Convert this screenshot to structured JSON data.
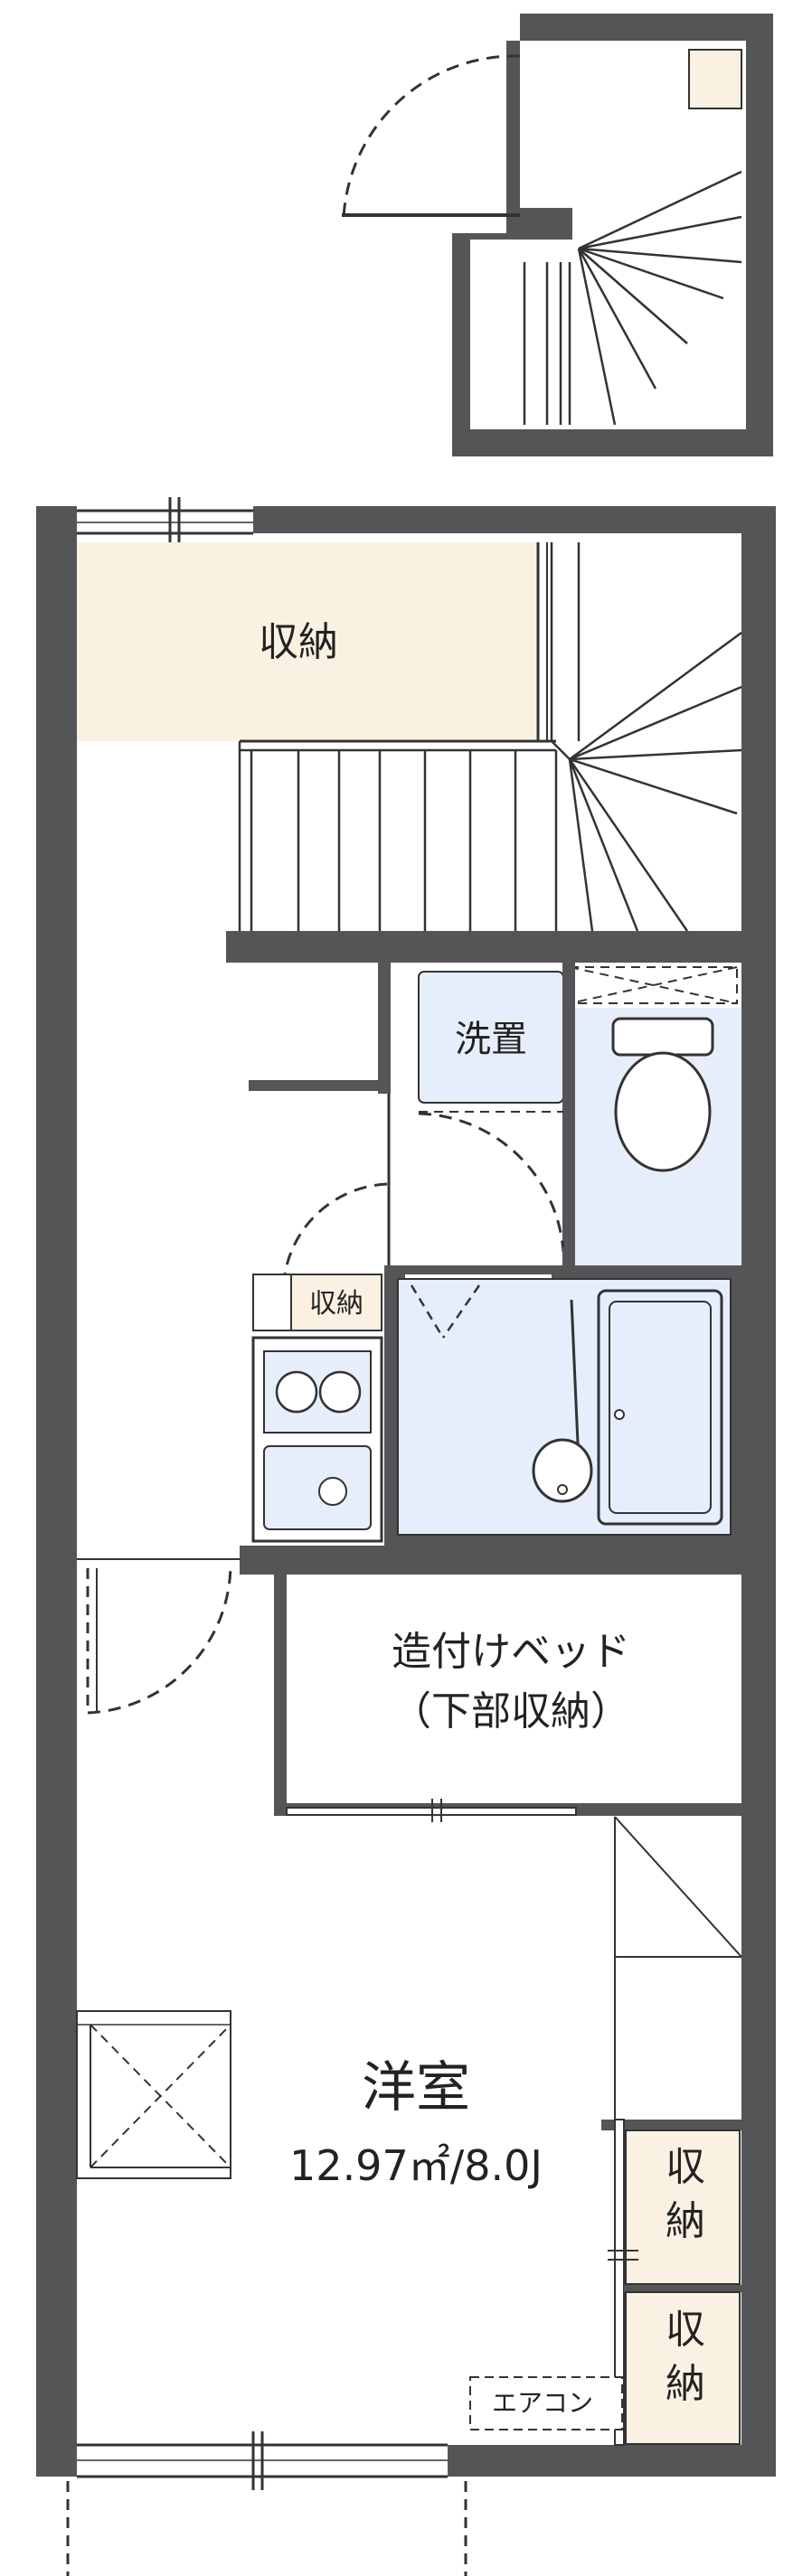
{
  "labels": {
    "storage_top": "収納",
    "washer_space": "洗置",
    "storage_kitchen": "収納",
    "builtin_bed_line1": "造付けベッド",
    "builtin_bed_line2": "（下部収納）",
    "western_room": "洋室",
    "room_area": "12.97㎡/8.0J",
    "storage_closet1_a": "収",
    "storage_closet1_b": "納",
    "storage_closet2_a": "収",
    "storage_closet2_b": "納",
    "aircon": "エアコン"
  },
  "colors": {
    "wall": "#555558",
    "storage_fill": "#fbf1e2",
    "wet_area_fill": "#e6eefb",
    "line": "#333333",
    "room_fill": "#ffffff"
  }
}
